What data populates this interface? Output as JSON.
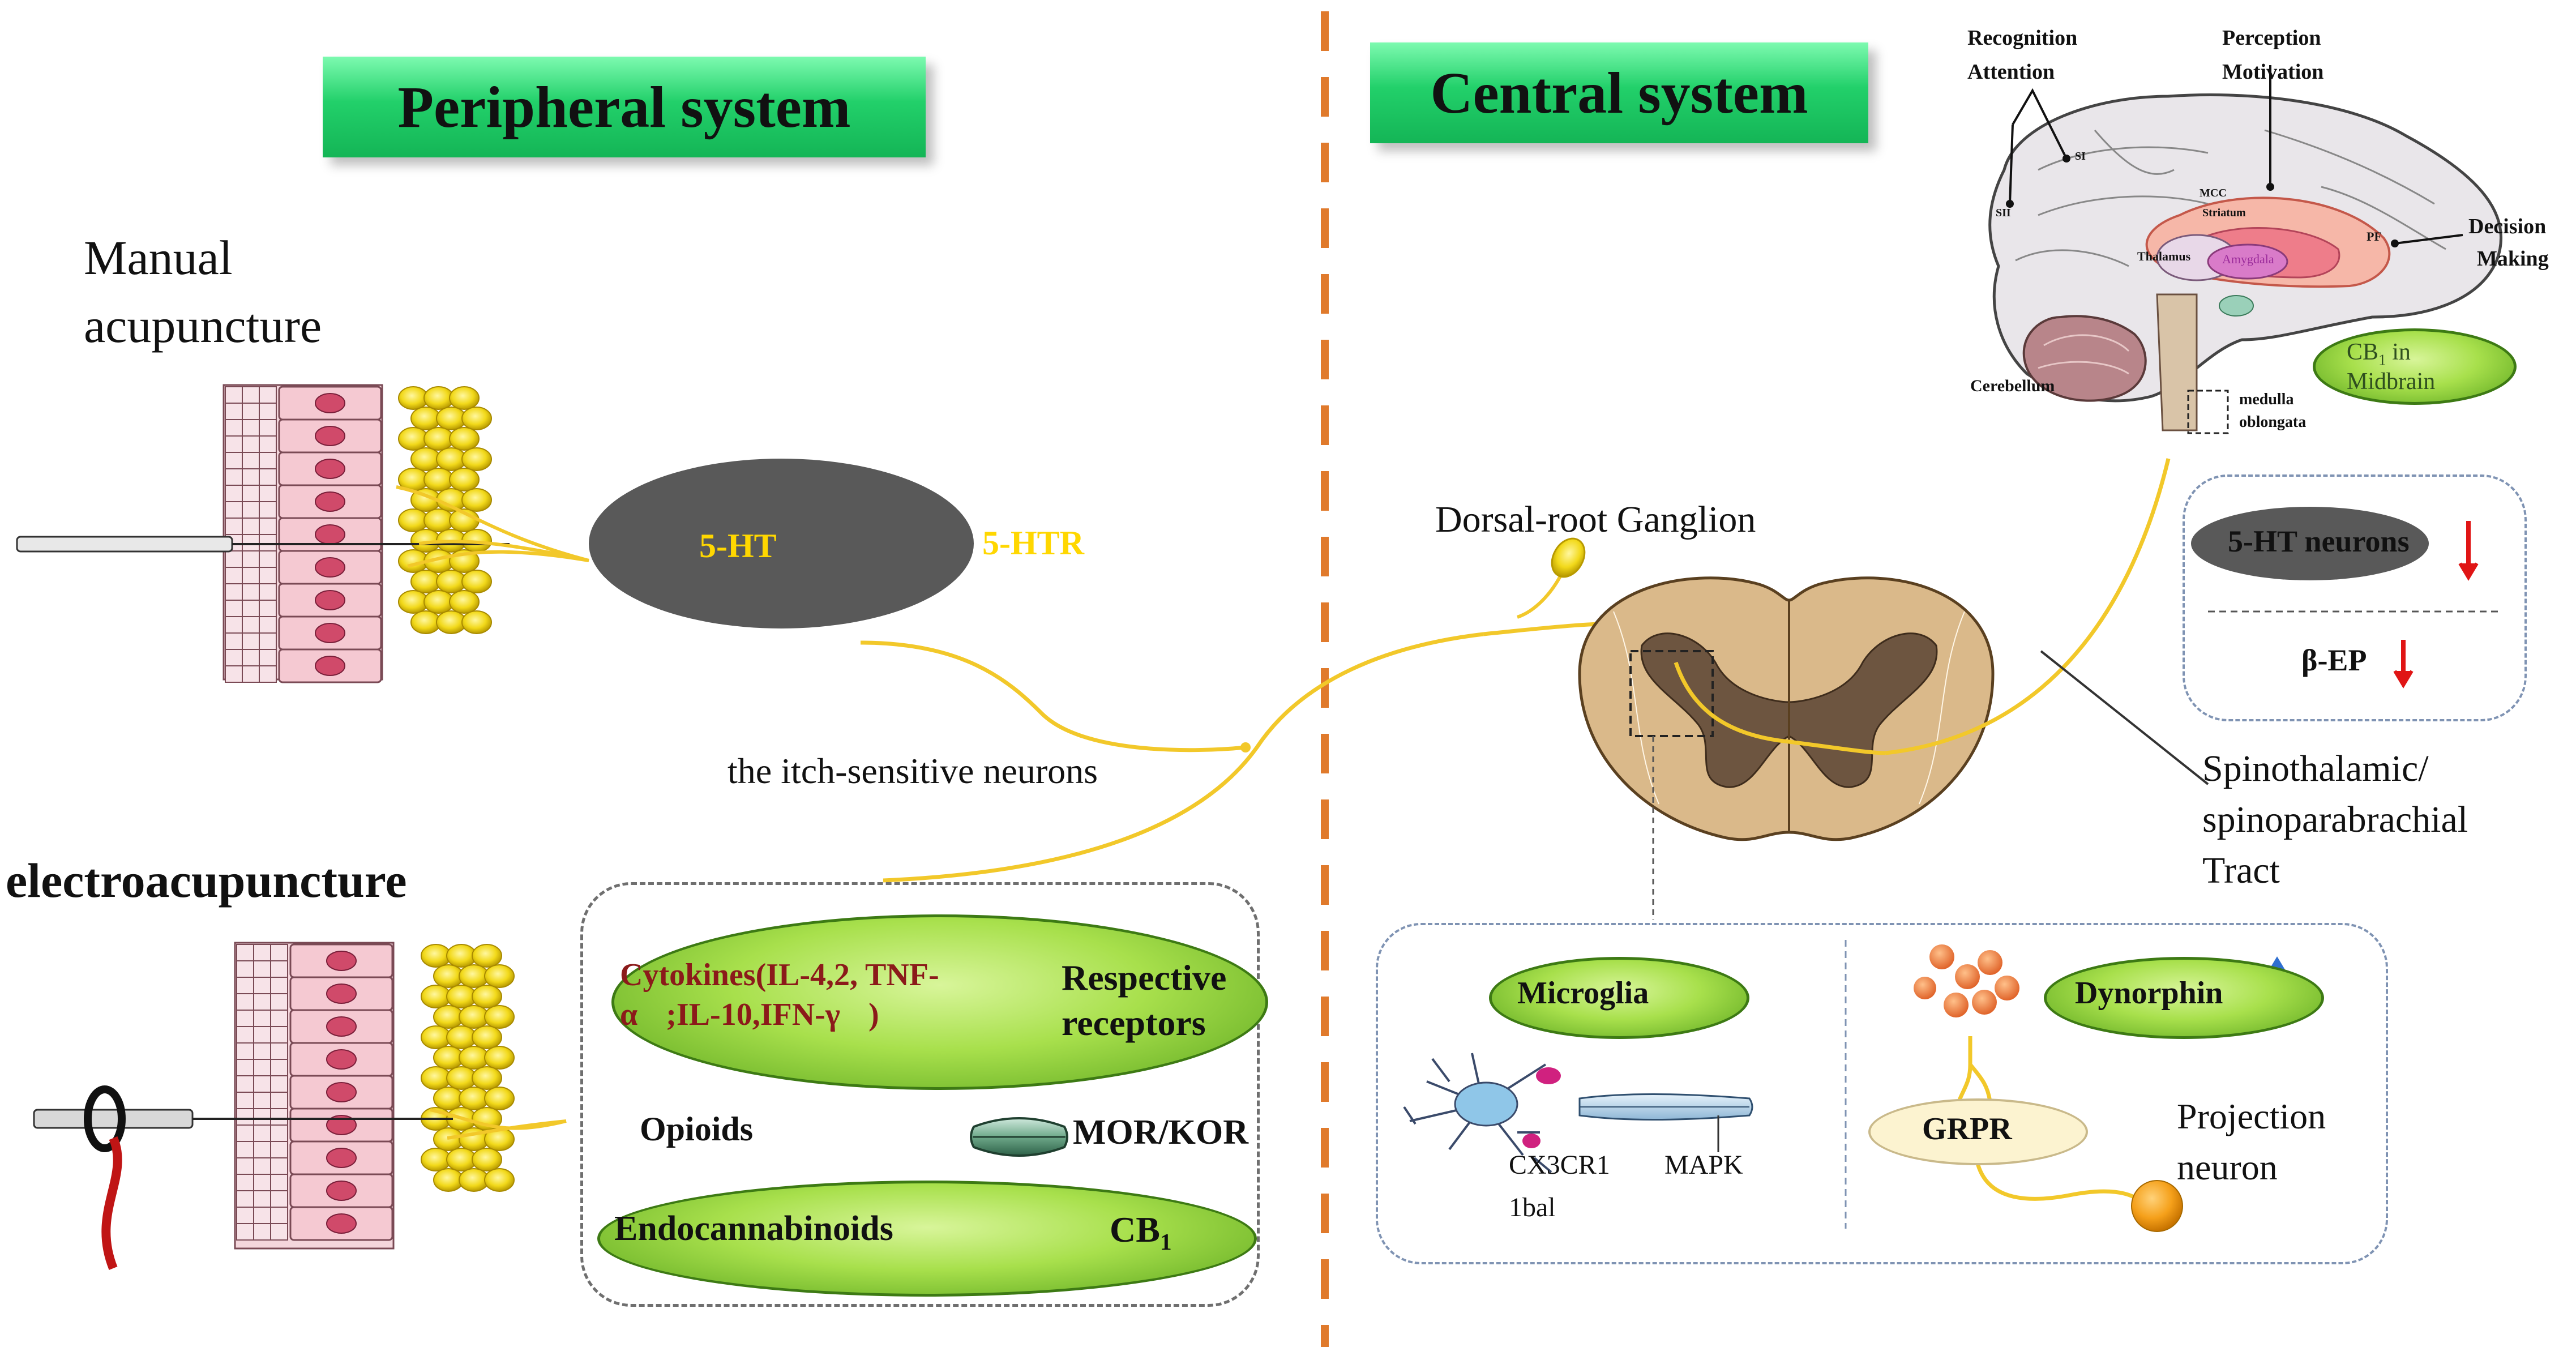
{
  "peripheral": {
    "title": "Peripheral system",
    "manual_label_1": "Manual",
    "manual_label_2": "acupuncture",
    "grey_left": "5-HT",
    "grey_right": "5-HTR",
    "itch_neurons": "the itch-sensitive  neurons",
    "electro_label": "electroacupuncture",
    "box": {
      "cytokines_1": "Cytokines(IL-4,2,  TNF-",
      "cytokines_2a": "α",
      "cytokines_2b": ";IL-10,IFN-γ",
      "cytokines_2c": ")",
      "respective_1": "Respective",
      "respective_2": "receptors",
      "opioids": "Opioids",
      "mor_kor": "MOR/KOR",
      "endocannabinoids": "Endocannabinoids",
      "cb1": "CB",
      "cb1_sub": "1"
    }
  },
  "central": {
    "title": "Central system",
    "drg": "Dorsal-root Ganglion",
    "brain": {
      "recognition": "Recognition",
      "attention": "Attention",
      "perception": "Perception",
      "motivation": "Motivation",
      "decision": "Decision",
      "making": "Making",
      "s2": "SII",
      "s1": "SI",
      "mcc": "MCC",
      "striatum": "Striatum",
      "thalamus": "Thalamus",
      "amygdala": "Amygdala",
      "pf": "PF",
      "cerebellum": "Cerebellum",
      "medulla_1": "medulla",
      "medulla_2": "oblongata",
      "cb1_a": "CB",
      "cb1_sub": "1",
      "cb1_b": " in",
      "midbrain": "Midbrain"
    },
    "box_right": {
      "neurons": "5-HT neurons",
      "beta_ep": "β-EP"
    },
    "tract_1": "Spinothalamic/",
    "tract_2": "spinoparabrachial",
    "tract_3": "Tract",
    "bottom": {
      "microglia": "Microglia",
      "cx3cr1": "CX3CR1",
      "iba1": "1bal",
      "mapk": "MAPK",
      "dynorphin": "Dynorphin",
      "grpr": "GRPR",
      "projection_1": "Projection",
      "projection_2": "neuron"
    }
  },
  "colors": {
    "banner_green": "#22d06a",
    "pill_green": "#a8e04c",
    "grey_pill": "#595959",
    "divider_orange": "#e07a2c",
    "nerve_yellow": "#f2c82a",
    "arrow_red": "#e01515",
    "arrow_blue": "#2f6fd0"
  }
}
